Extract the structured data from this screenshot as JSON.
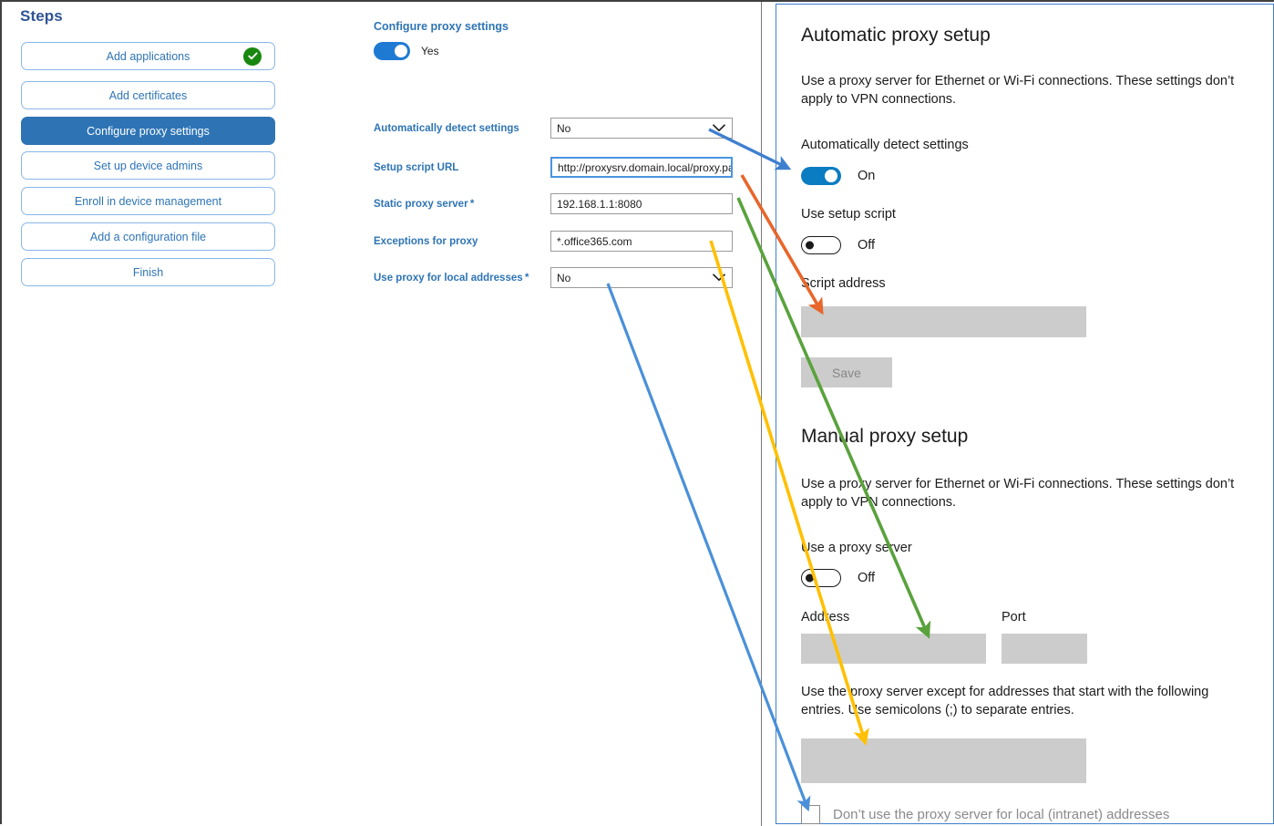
{
  "steps_panel": {
    "title": "Steps",
    "items": [
      {
        "label": "Add applications",
        "state": "complete",
        "icon": "check-circle-icon"
      },
      {
        "label": "Add certificates",
        "state": "default"
      },
      {
        "label": "Configure proxy settings",
        "state": "active"
      },
      {
        "label": "Set up device admins",
        "state": "default"
      },
      {
        "label": "Enroll in device management",
        "state": "default"
      },
      {
        "label": "Add a configuration file",
        "state": "default"
      },
      {
        "label": "Finish",
        "state": "default"
      }
    ]
  },
  "form_panel": {
    "heading": "Configure proxy settings",
    "master_toggle": {
      "label": "Yes",
      "on": true
    },
    "fields": [
      {
        "label": "Automatically detect settings",
        "required": false,
        "type": "select",
        "value": "No",
        "focused": false
      },
      {
        "label": "Setup script URL",
        "required": false,
        "type": "text",
        "value": "http://proxysrv.domain.local/proxy.pa",
        "focused": true
      },
      {
        "label": "Static proxy server",
        "required": true,
        "type": "text",
        "value": "192.168.1.1:8080",
        "focused": false
      },
      {
        "label": "Exceptions for proxy",
        "required": true,
        "type": "text",
        "value": "*.office365.com",
        "focused": false
      },
      {
        "label": "Use proxy for local addresses",
        "required": true,
        "type": "select",
        "value": "No",
        "focused": false
      }
    ]
  },
  "windows_panel": {
    "auto": {
      "heading": "Automatic proxy setup",
      "description": "Use a proxy server for Ethernet or Wi-Fi connections. These settings don’t apply to VPN connections.",
      "detect_label": "Automatically detect settings",
      "detect_state": "On",
      "script_label": "Use setup script",
      "script_state": "Off",
      "script_address_label": "Script address",
      "script_address_value": "",
      "save_label": "Save"
    },
    "manual": {
      "heading": "Manual proxy setup",
      "description": "Use a proxy server for Ethernet or Wi-Fi connections. These settings don’t apply to VPN connections.",
      "use_proxy_label": "Use a proxy server",
      "use_proxy_state": "Off",
      "address_label": "Address",
      "address_value": "",
      "port_label": "Port",
      "port_value": "",
      "exceptions_description": "Use the proxy server except for addresses that start with the following entries. Use semicolons (;) to separate entries.",
      "exceptions_value": "",
      "local_checkbox_label": "Don’t use the proxy server for local (intranet) addresses",
      "local_checkbox_checked": false
    }
  },
  "annotations": {
    "arrows": [
      {
        "name": "blue-arrow-detect-settings",
        "color": "#3f7fd0",
        "from_label": "Automatically detect settings",
        "to_label": "Automatically detect settings toggle (On)"
      },
      {
        "name": "orange-arrow-setup-script-url",
        "color": "#e8662a",
        "from_label": "Setup script URL",
        "to_label": "Script address box"
      },
      {
        "name": "green-arrow-static-proxy-server",
        "color": "#5aa23c",
        "from_label": "Static proxy server",
        "to_label": "Address box"
      },
      {
        "name": "yellow-arrow-exceptions-for-proxy",
        "color": "#ffc000",
        "from_label": "Exceptions for proxy",
        "to_label": "Exceptions box"
      },
      {
        "name": "blue-arrow-local-addresses",
        "color": "#4a90d9",
        "from_label": "Use proxy for local addresses",
        "to_label": "Don’t use the proxy server for local (intranet) addresses checkbox"
      }
    ],
    "colors": {
      "accent_blue": "#2e74b5",
      "toggle_blue": "#1f7ad4",
      "windows_toggle_blue": "#0a7cc1",
      "check_green": "#18870f",
      "box_grey": "#cccccc"
    }
  }
}
